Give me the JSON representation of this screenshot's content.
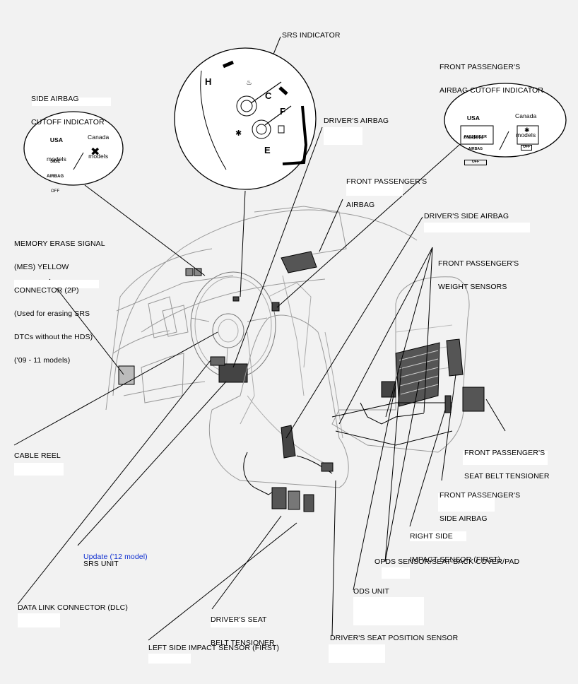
{
  "diagram": {
    "labels": {
      "srs_indicator": "SRS INDICATOR",
      "front_pass_cutoff": [
        "FRONT PASSENGER'S",
        "AIRBAG CUTOFF INDICATOR"
      ],
      "side_airbag_cutoff": [
        "SIDE AIRBAG",
        "CUTOFF INDICATOR"
      ],
      "drivers_airbag": "DRIVER'S AIRBAG",
      "front_pass_airbag": [
        "FRONT PASSENGER'S",
        "AIRBAG"
      ],
      "drivers_side_airbag": "DRIVER'S SIDE AIRBAG",
      "front_pass_weight": [
        "FRONT PASSENGER'S",
        "WEIGHT SENSORS"
      ],
      "mes": [
        "MEMORY ERASE SIGNAL",
        "(MES) YELLOW",
        "CONNECTOR (2P)",
        "(Used for erasing SRS",
        "DTCs without the HDS)",
        "('09 - 11 models)"
      ],
      "front_pass_belt": [
        "FRONT PASSENGER'S",
        "SEAT BELT TENSIONER"
      ],
      "cable_reel": "CABLE REEL",
      "front_pass_side_airbag": [
        "FRONT PASSENGER'S",
        "SIDE AIRBAG"
      ],
      "right_impact": [
        "RIGHT SIDE",
        "IMPACT SENSOR (FIRST)"
      ],
      "srs_unit": "SRS UNIT",
      "srs_update": "Update ('12 model)",
      "opds": "OPDS SENSOR/SEAT-BACK COVER/PAD",
      "ods_unit": "ODS UNIT",
      "dlc": "DATA LINK CONNECTOR (DLC)",
      "driver_belt": [
        "DRIVER'S SEAT",
        "BELT TENSIONER"
      ],
      "driver_position": "DRIVER'S SEAT POSITION SENSOR",
      "left_impact": "LEFT SIDE IMPACT SENSOR (FIRST)"
    },
    "side_callout": {
      "usa": [
        "USA",
        "models"
      ],
      "canada": [
        "Canada",
        "models"
      ],
      "lamp_text": [
        "SIDE",
        "AIRBAG",
        "OFF"
      ]
    },
    "pass_callout": {
      "usa": [
        "USA",
        "models"
      ],
      "canada": [
        "Canada",
        "models"
      ],
      "lamp_text": [
        "PASSENGER",
        "AIRBAG"
      ],
      "off": "OFF"
    },
    "gauge": {
      "h": "H",
      "c": "C",
      "f": "F",
      "e": "E"
    },
    "colors": {
      "link": "#1030d0",
      "line": "#000000",
      "background": "#f2f2f2"
    }
  }
}
